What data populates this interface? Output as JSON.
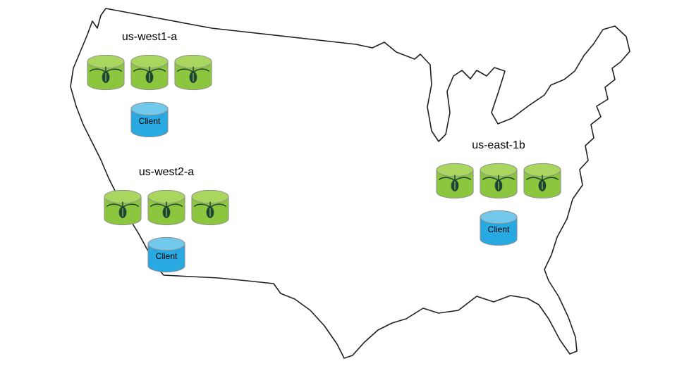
{
  "map": {
    "name": "united-states-outline"
  },
  "regions": [
    {
      "label": "us-west1-a",
      "client_label": "Client",
      "node_count": 3
    },
    {
      "label": "us-west2-a",
      "client_label": "Client",
      "node_count": 3
    },
    {
      "label": "us-east-1b",
      "client_label": "Client",
      "node_count": 3
    }
  ],
  "colors": {
    "node_body": "#8cc63e",
    "node_top": "#a9d65f",
    "client_body": "#29a9e1",
    "client_top": "#72c9ec",
    "bug": "#1d4632",
    "outline": "#231f20"
  }
}
